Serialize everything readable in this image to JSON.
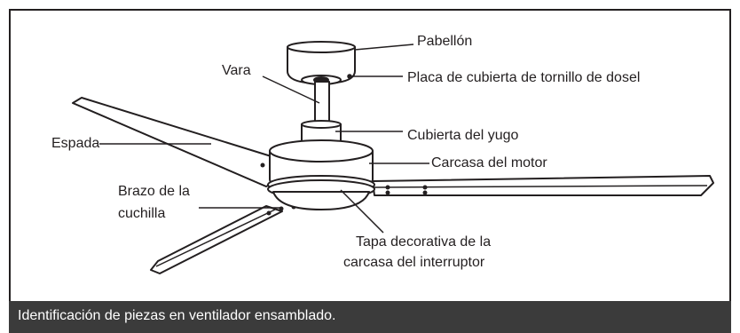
{
  "labels": {
    "pabellon": "Pabellón",
    "vara": "Vara",
    "placa": "Placa de cubierta de tornillo de dosel",
    "espada": "Espada",
    "cubierta_yugo": "Cubierta del yugo",
    "carcasa_motor": "Carcasa del motor",
    "brazo_line1": "Brazo de la",
    "brazo_line2": "cuchilla",
    "tapa_line1": "Tapa decorativa de la",
    "tapa_line2": "carcasa del interruptor"
  },
  "caption": "Identificación de piezas en ventilador ensamblado.",
  "colors": {
    "ink": "#231f20",
    "caption_bg": "#3b3b3b",
    "caption_text": "#ffffff",
    "fill": "#ffffff"
  }
}
